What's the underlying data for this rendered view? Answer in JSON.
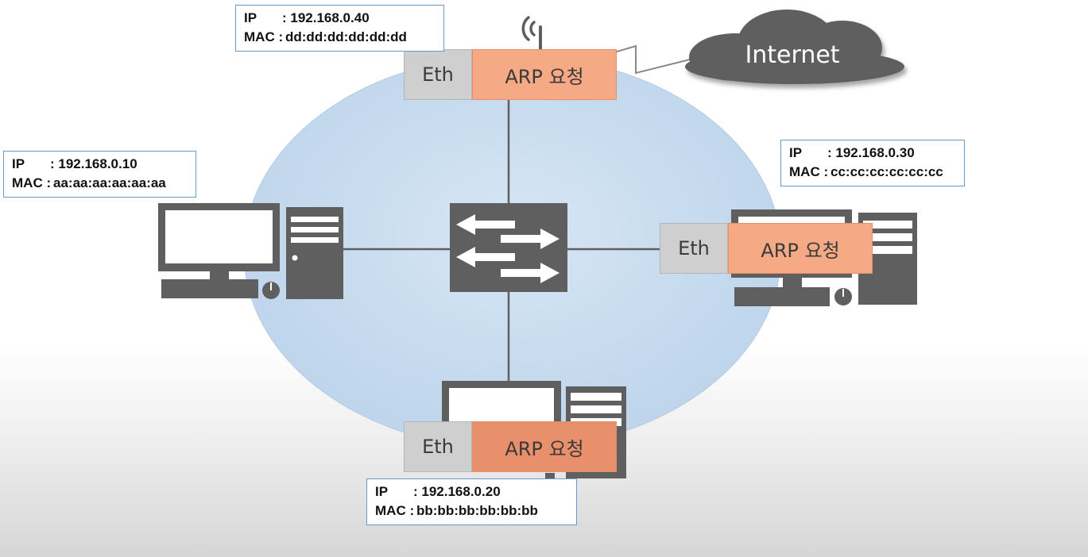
{
  "hosts": {
    "top": {
      "ip_key": "IP",
      "ip_value": ": 192.168.0.40",
      "mac_key": "MAC :",
      "mac_value": "dd:dd:dd:dd:dd:dd"
    },
    "left": {
      "ip_key": "IP",
      "ip_value": ": 192.168.0.10",
      "mac_key": "MAC :",
      "mac_value": "aa:aa:aa:aa:aa:aa"
    },
    "right": {
      "ip_key": "IP",
      "ip_value": ": 192.168.0.30",
      "mac_key": "MAC :",
      "mac_value": "cc:cc:cc:cc:cc:cc"
    },
    "bottom": {
      "ip_key": "IP",
      "ip_value": ": 192.168.0.20",
      "mac_key": "MAC :",
      "mac_value": "bb:bb:bb:bb:bb:bb"
    }
  },
  "packet": {
    "eth_label": "Eth",
    "arp_label": "ARP 요청"
  },
  "cloud": {
    "label": "Internet"
  },
  "colors": {
    "lan_ellipse": "#c9ddf0",
    "device_gray": "#5f5f5f",
    "arp_packet": "#f5a985",
    "eth_header": "#cfcfcf",
    "info_border": "#6b9bc4"
  },
  "icons": [
    "desktop-computer-icon",
    "network-switch-icon",
    "wifi-antenna-icon",
    "cloud-icon"
  ]
}
